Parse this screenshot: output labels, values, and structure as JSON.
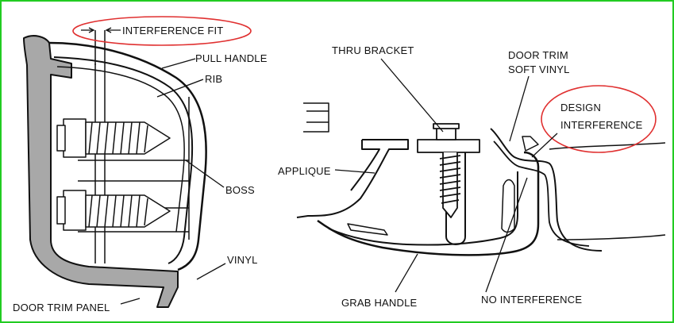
{
  "diagram": {
    "left_view": {
      "labels": {
        "interference_fit": "INTERFERENCE FIT",
        "pull_handle": "PULL HANDLE",
        "rib": "RIB",
        "boss": "BOSS",
        "vinyl": "VINYL",
        "door_trim_panel": "DOOR TRIM PANEL"
      }
    },
    "right_view": {
      "labels": {
        "thru_bracket": "THRU BRACKET",
        "door_trim_line1": "DOOR TRIM",
        "door_trim_line2": "SOFT VINYL",
        "design_interference_line1": "DESIGN",
        "design_interference_line2": "INTERFERENCE",
        "applique": "APPLIQUE",
        "grab_handle": "GRAB HANDLE",
        "no_interference": "NO INTERFERENCE"
      }
    }
  },
  "colors": {
    "frame": "#22cc22",
    "highlight_ellipse": "#e03030",
    "panel_fill": "#a8a8a8",
    "line": "#111111"
  }
}
